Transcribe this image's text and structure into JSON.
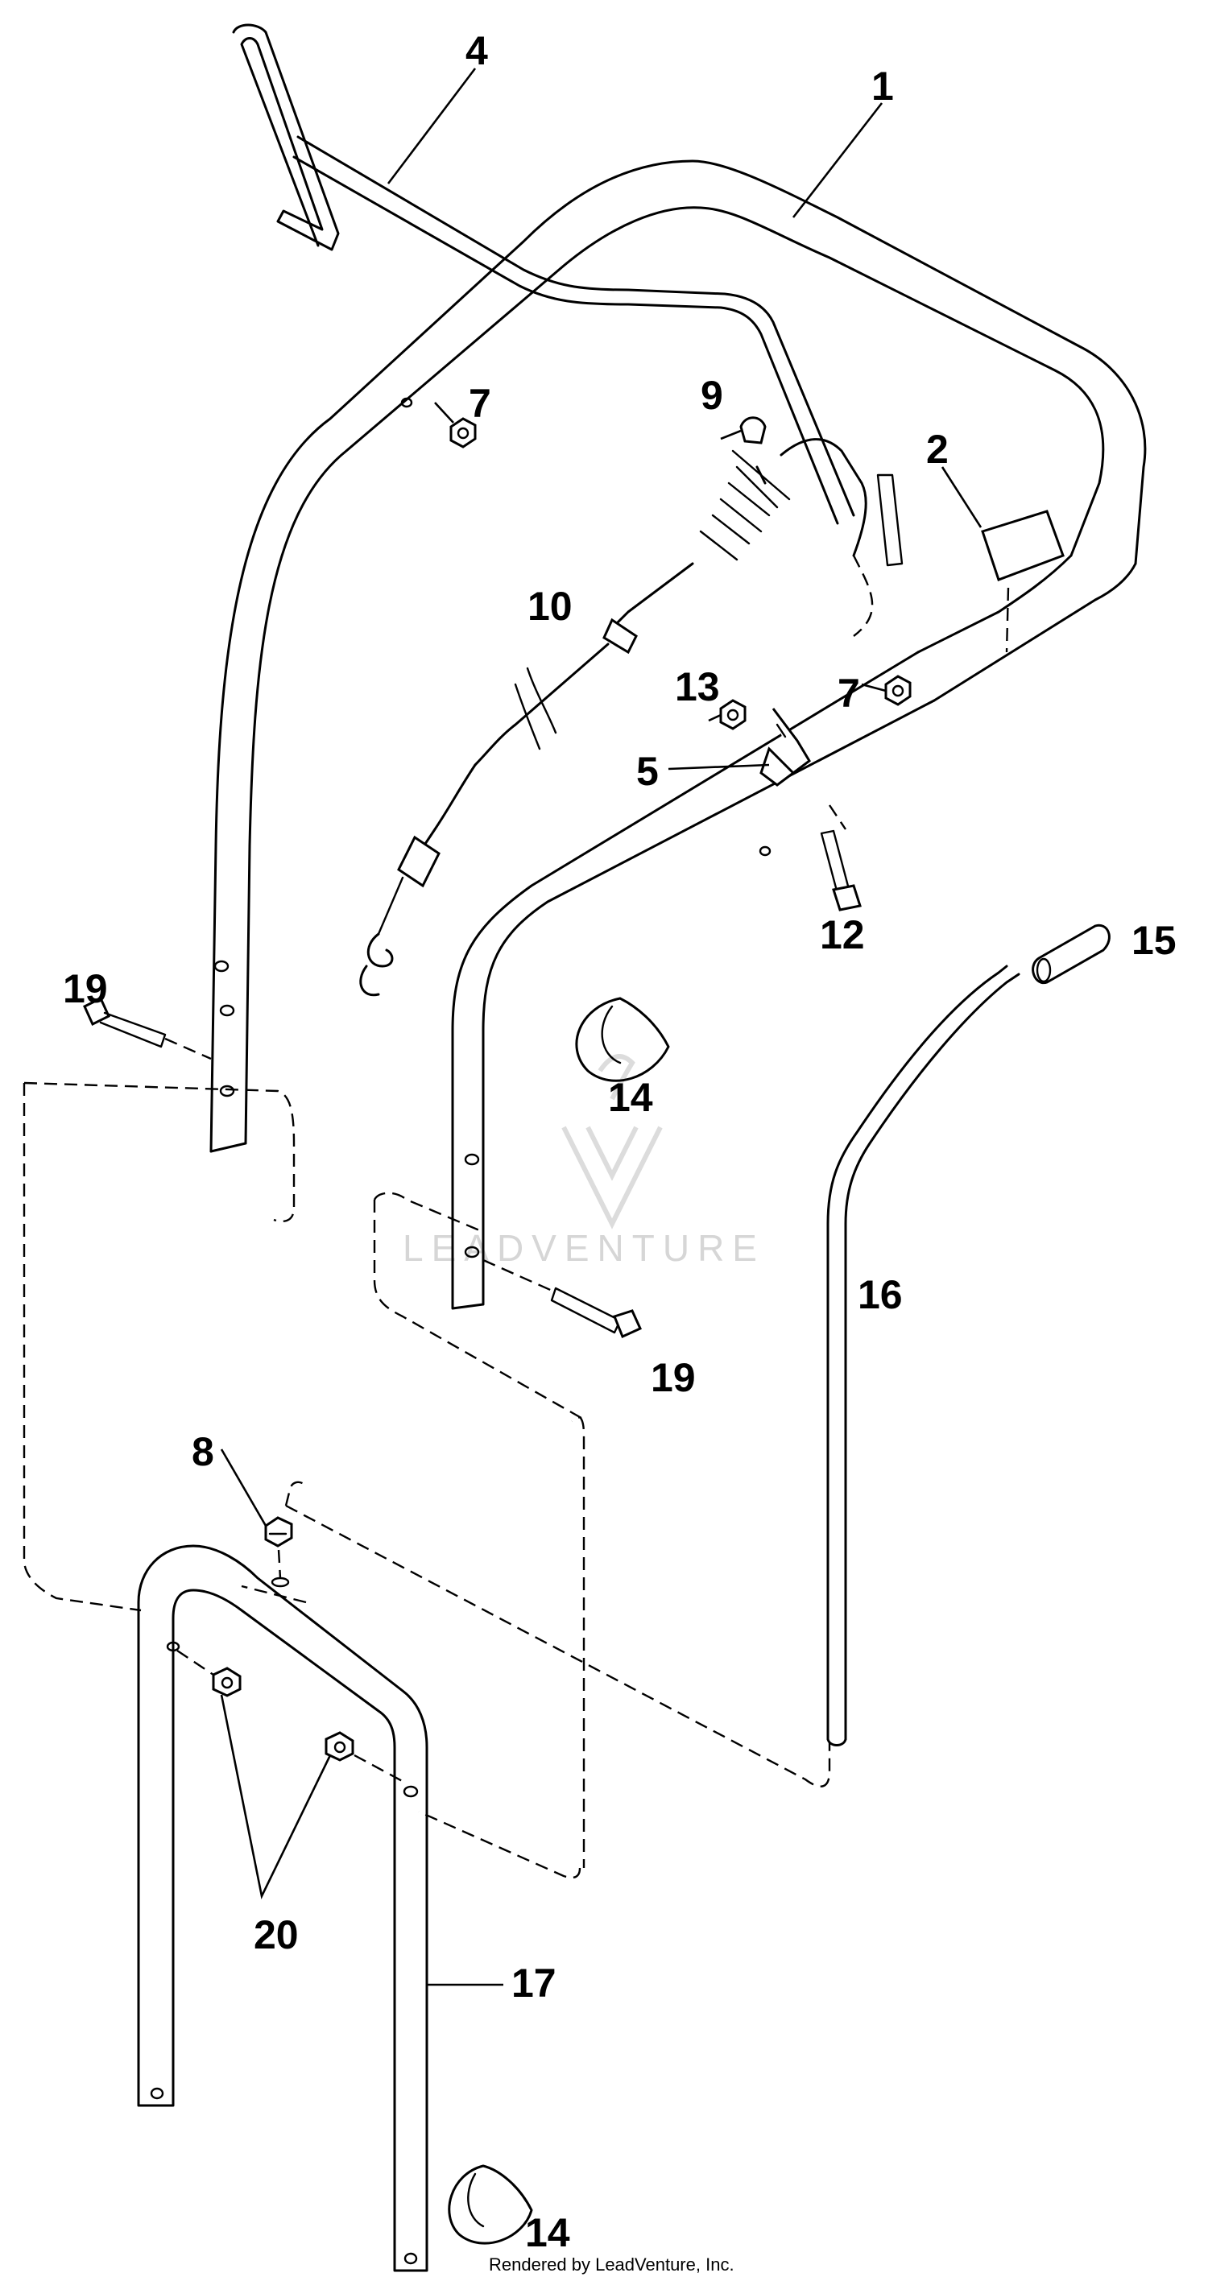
{
  "callouts": {
    "c1": "1",
    "c2": "2",
    "c4": "4",
    "c5": "5",
    "c7a": "7",
    "c7b": "7",
    "c8": "8",
    "c9": "9",
    "c10": "10",
    "c12": "12",
    "c13": "13",
    "c14a": "14",
    "c14b": "14",
    "c15": "15",
    "c16": "16",
    "c17": "17",
    "c19a": "19",
    "c19b": "19",
    "c20": "20"
  },
  "watermark": "LEADVENTURE",
  "footer": "Rendered by LeadVenture, Inc."
}
